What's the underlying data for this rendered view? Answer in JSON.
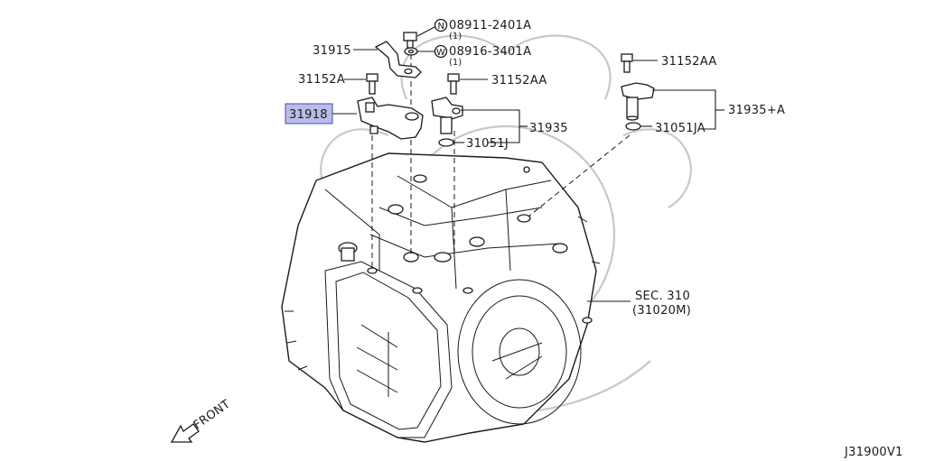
{
  "labels": {
    "bolt_n": "08911-2401A",
    "bolt_n_qty": "(1)",
    "washer_w": "08916-3401A",
    "washer_w_qty": "(1)",
    "bracket": "31915",
    "bolt_left": "31152A",
    "bolt_mid": "31152AA",
    "bolt_right": "31152AA",
    "sensor_highlighted": "31918",
    "sensor_mid": "31935",
    "oring_mid": "31051J",
    "sensor_right": "31935+A",
    "oring_right": "31051JA",
    "sec_ref": "SEC. 310",
    "sec_ref_part": "(31020M)",
    "front": "FRONT",
    "diagram_id": "J31900V1"
  },
  "markers": {
    "n": "N",
    "w": "W"
  },
  "colors": {
    "highlight": "#b8bde8",
    "ink": "#1a1a1a"
  }
}
